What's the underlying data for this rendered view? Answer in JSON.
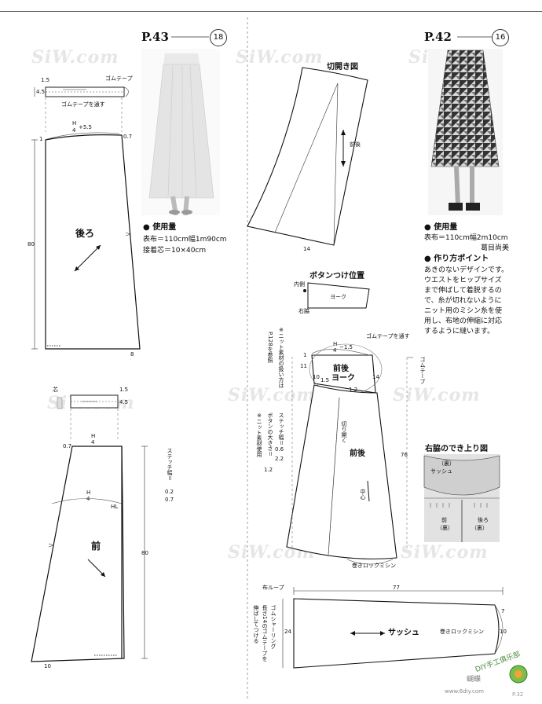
{
  "left": {
    "page_ref": "P.43",
    "number": "18",
    "materials_title": "● 使用量",
    "materials_line1": "表布＝110cm幅1m90cm",
    "materials_line2": "接着芯＝10×40cm",
    "back": {
      "label": "後ろ",
      "width_formula": "H/4 +5.5",
      "h4": "H",
      "h4b": "4",
      "plus": "+5.5",
      "length": "80",
      "hem": "8",
      "top_offset": "0.7",
      "one": "1",
      "band_15": "1.5",
      "band_45": "4.5",
      "elastic_label": "ゴムテープ",
      "elastic_through": "ゴムテープを通す"
    },
    "front": {
      "label": "前",
      "length": "80",
      "hem": "10",
      "top_offset": "0.7",
      "h": "H",
      "four": "4",
      "hl": "HL",
      "band_15": "1.5",
      "band_45": "4.5",
      "core": "芯",
      "stitch": "ステッチ幅＝",
      "stitch_02": "0.2",
      "stitch_07": "0.7"
    }
  },
  "right": {
    "page_ref": "P.42",
    "number": "16",
    "materials_title": "● 使用量",
    "materials_line1": "表布＝110cm幅2m10cm",
    "author": "葛目尚美",
    "points_title": "● 作り方ポイント",
    "points_lines": [
      "あきのないデザインです。",
      "ウエストをヒップサイズ",
      "まで伸ばして着脱するの",
      "で、糸が切れないように",
      "ニット用のミシン糸を使",
      "用し、布地の伸縮に対応",
      "するように縫います。"
    ],
    "slash_title": "切開き図",
    "slash_frontback": "前後",
    "slash_14": "14",
    "button_title": "ボタンつけ位置",
    "button_inner": "内側",
    "button_yoke": "ヨーク",
    "button_side": "右脇",
    "yoke_label": "前後",
    "yoke_label2": "ヨーク",
    "h4_15": "H/4 −1.5",
    "h": "H",
    "four": "4",
    "minus15": "−1.5",
    "elastic_through": "ゴムテープを通す",
    "elastic_label": "ゴムテープ",
    "n11": "11",
    "n10": "10",
    "n15": "1.5",
    "n12": "1.2",
    "n14": "14",
    "n1": "1",
    "n76": "76",
    "slash_open": "切り開く",
    "center": "中心",
    "front_back": "前後",
    "roll_hem": "巻きロックミシン",
    "note_knit": "※ニット素材の扱い方は",
    "note_knit2": "P.128を参照",
    "note_stitch": "ステッチ幅＝",
    "note_stitch2": "0.6",
    "note_button": "ボタンの大きさ＝",
    "note_button2": "2.2",
    "note_knit_use": "※ニット素材使用",
    "note_12": "1.2",
    "side_title": "右脇のでき上り図",
    "side_sash": "サッシュ",
    "side_ura": "（裏）",
    "side_front": "前",
    "side_front_ura": "（裏）",
    "side_back": "後ろ",
    "side_back_ura": "（裏）",
    "sash": {
      "loop": "布ループ",
      "length": "77",
      "label": "サッシュ",
      "roll": "巻きロックミシン",
      "height": "24",
      "n7": "7",
      "n10": "10",
      "shirring": "ゴムシャーリング",
      "shirring2": "長さ14のゴムテープを",
      "shirring3": "伸ばしてつける"
    }
  },
  "watermark": "SiW.com",
  "footer_site": "www.6diy.com",
  "footer_cn": "蝴蝶",
  "footer_logo": "DIY手工俱乐部",
  "footer_pg": "P.32"
}
